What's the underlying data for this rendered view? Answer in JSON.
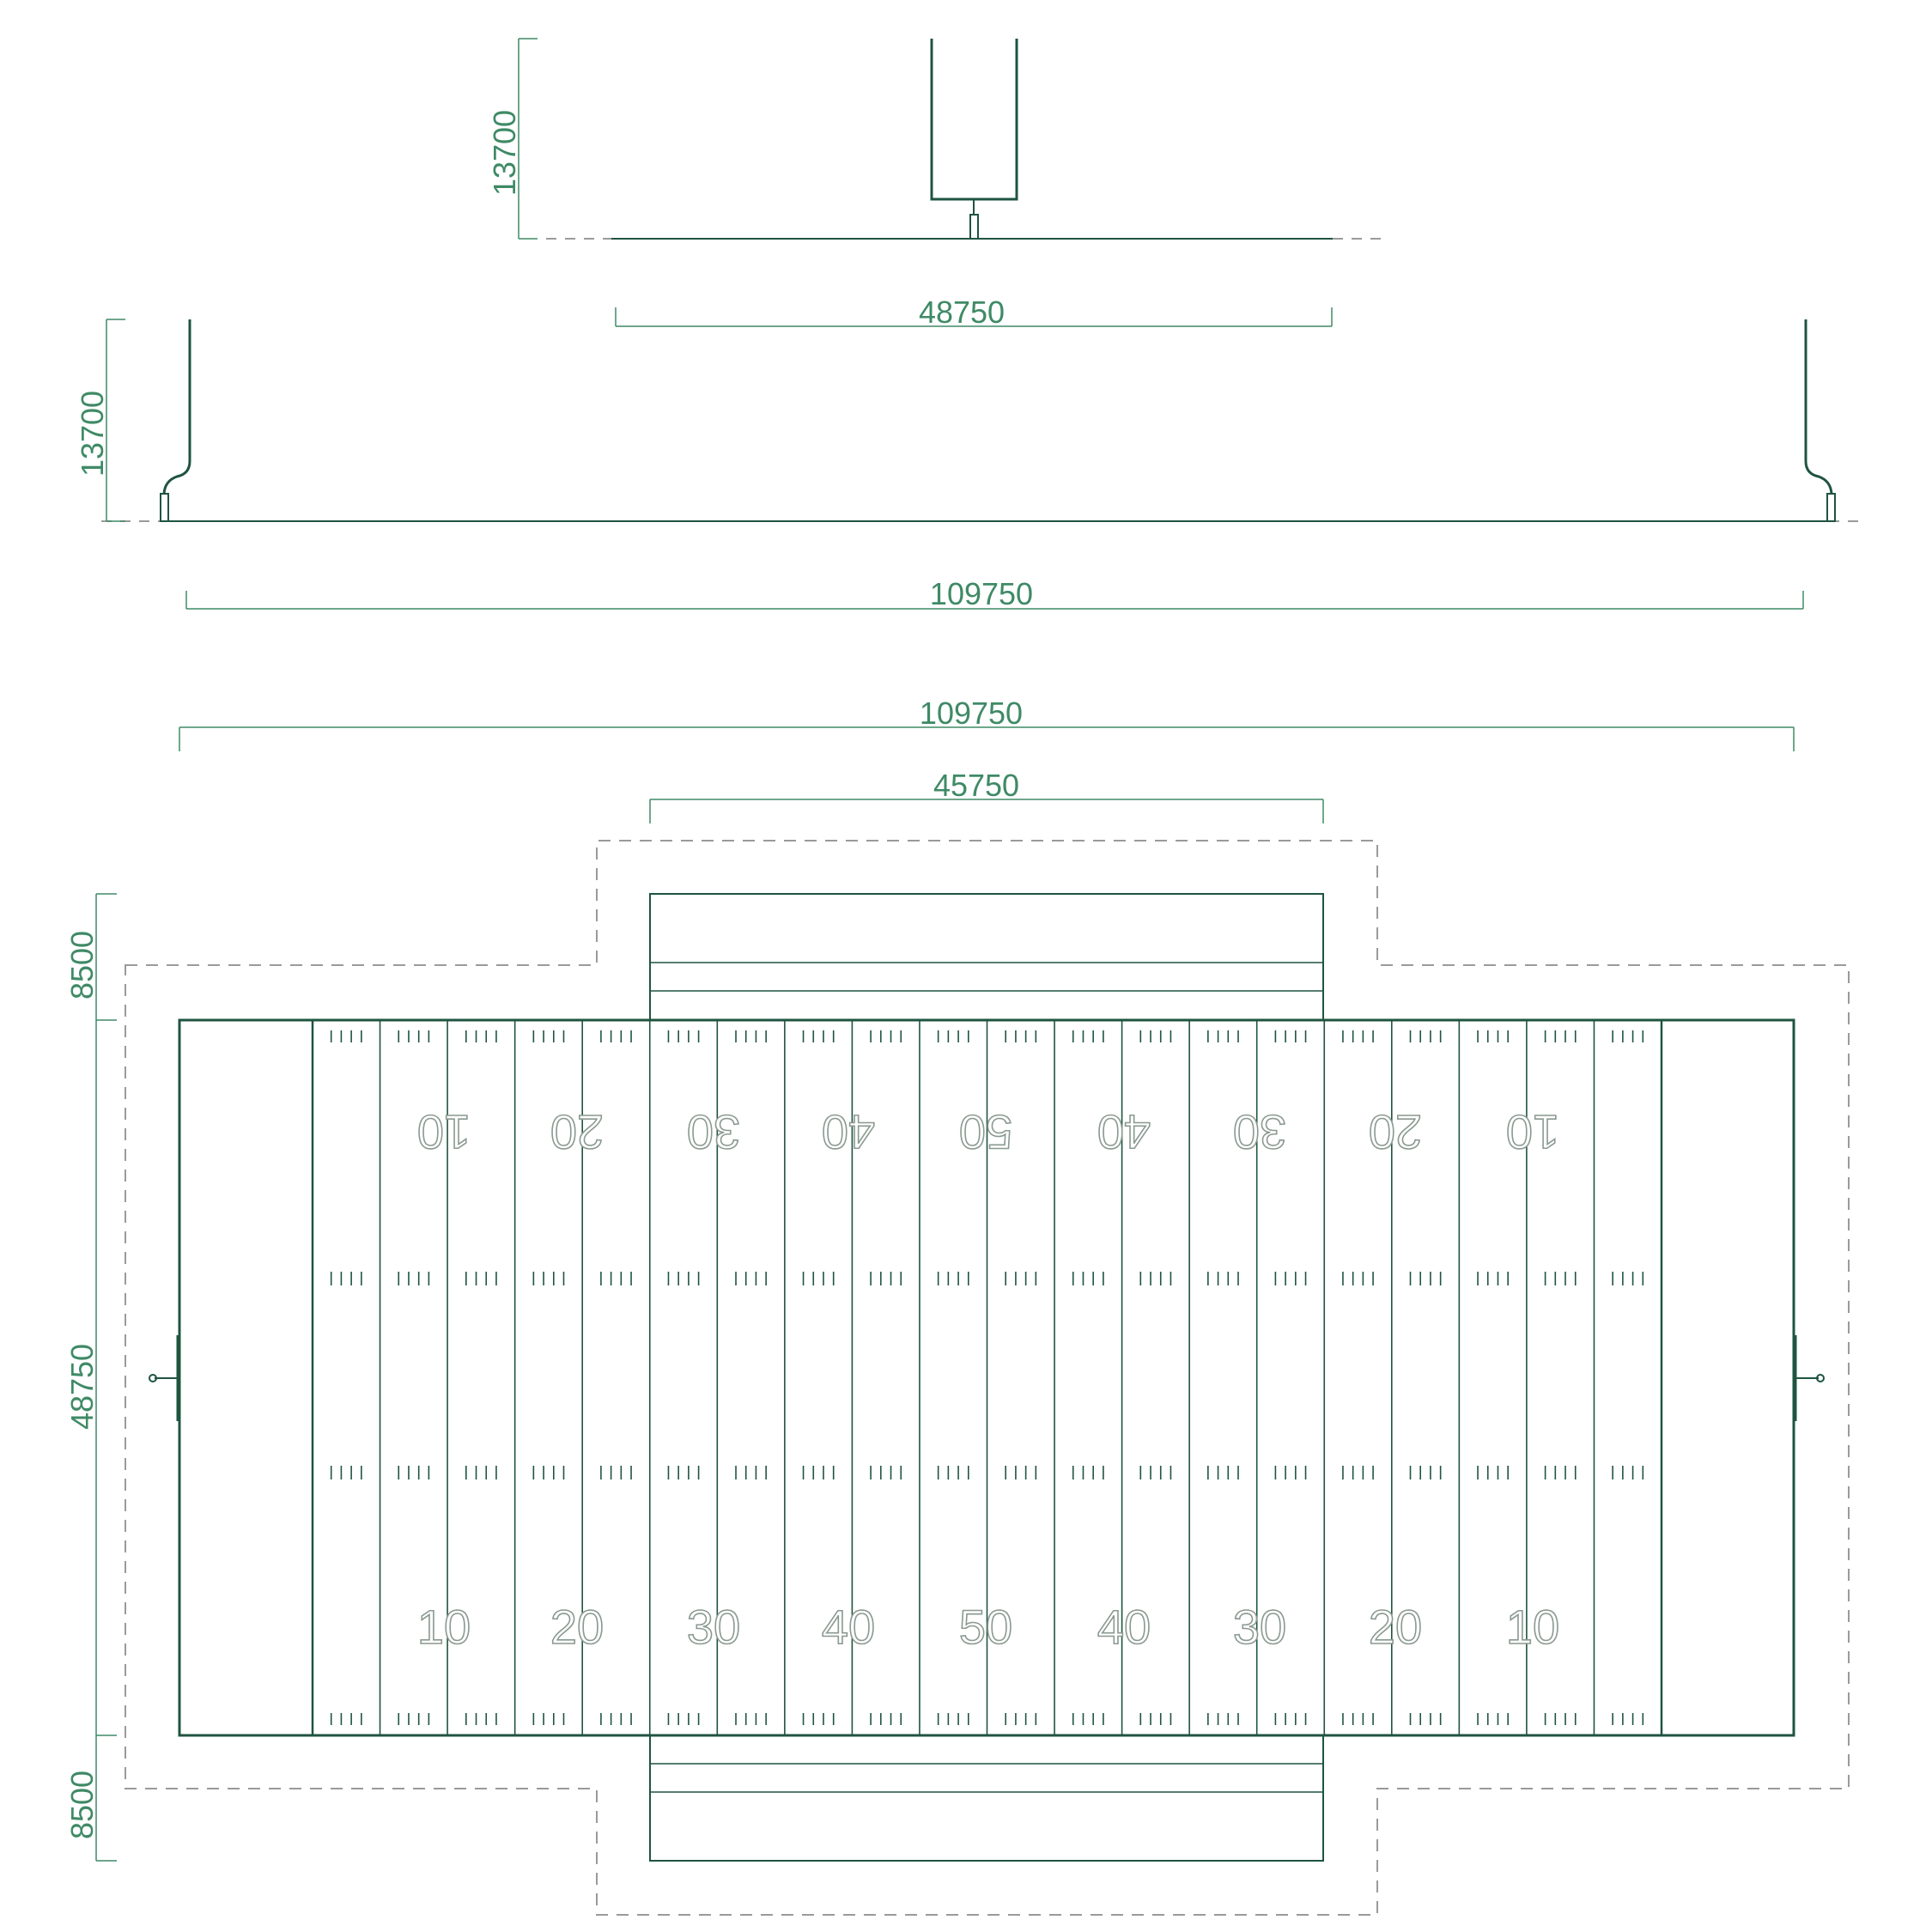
{
  "colors": {
    "line": "#1f5440",
    "dimension": "#3f8a66",
    "dashed": "#9a9a9a",
    "yardNumber": "#8a9990"
  },
  "dimensions": {
    "goalpost_side_height": "13700",
    "crossbar_width": "48750",
    "goalpost_front_height": "13700",
    "front_width": "109750",
    "field_length": "109750",
    "bench_width": "45750",
    "sideline_top": "8500",
    "field_width": "48750",
    "sideline_bottom": "8500"
  },
  "yard_numbers": {
    "top": [
      "10",
      "20",
      "30",
      "40",
      "50",
      "40",
      "30",
      "20",
      "10"
    ],
    "bottom": [
      "10",
      "20",
      "30",
      "40",
      "50",
      "40",
      "30",
      "20",
      "10"
    ]
  }
}
